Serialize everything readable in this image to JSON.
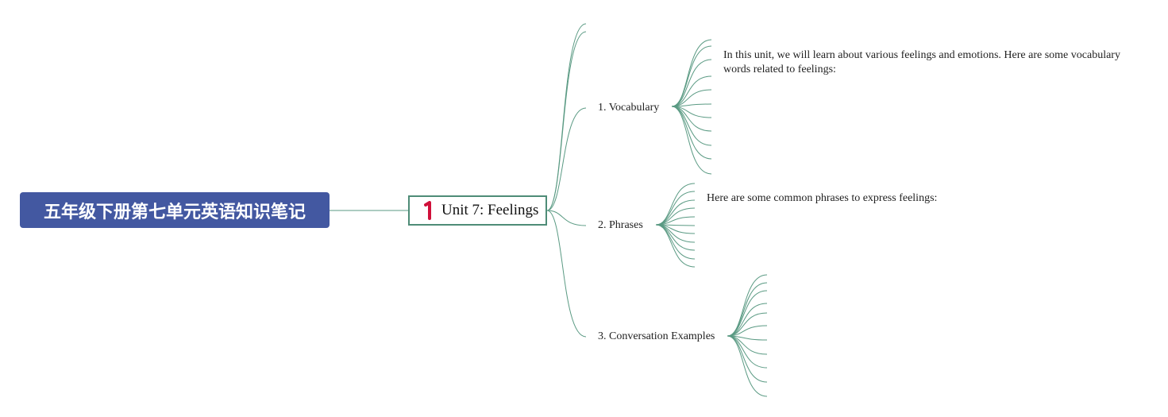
{
  "root": {
    "title": "五年级下册第七单元英语知识笔记"
  },
  "unit": {
    "badge": "1",
    "title": "Unit 7: Feelings"
  },
  "topics": [
    {
      "label": "1. Vocabulary",
      "text": "In this unit, we will learn about various feelings and emotions. Here are some vocabulary words related to feelings:"
    },
    {
      "label": "2. Phrases",
      "text": "Here are some common phrases to express feelings:"
    },
    {
      "label": "3. Conversation Examples"
    }
  ],
  "colors": {
    "root_bg": "#4358a1",
    "link": "#5a9a83",
    "unit_border": "#4e8c77",
    "badge": "#d0103a"
  }
}
